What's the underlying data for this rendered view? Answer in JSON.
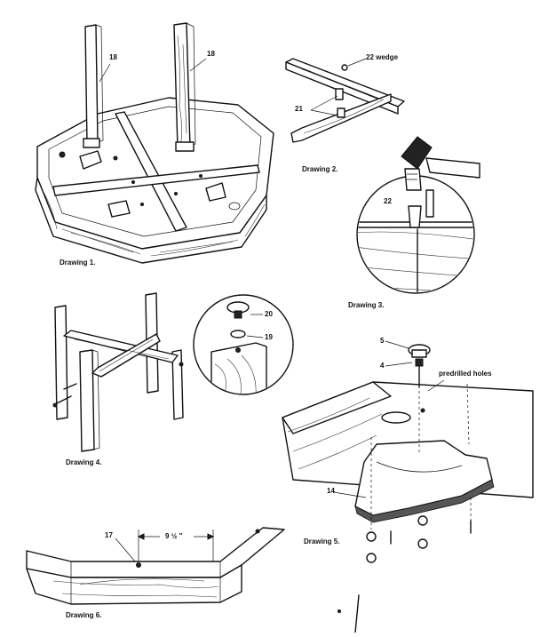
{
  "drawings": {
    "d1": {
      "caption": "Drawing 1.",
      "callouts": [
        "18",
        "18"
      ]
    },
    "d2": {
      "caption": "Drawing 2.",
      "callouts": [
        "22 wedge",
        "21"
      ]
    },
    "d3": {
      "caption": "Drawing 3.",
      "callouts": [
        "22"
      ]
    },
    "d4": {
      "caption": "Drawing 4.",
      "callouts": [
        "20",
        "19"
      ]
    },
    "d5": {
      "caption": "Drawing 5.",
      "callouts": [
        "5",
        "4",
        "predrilled holes",
        "14"
      ]
    },
    "d6": {
      "caption": "Drawing 6.",
      "callouts": [
        "17",
        "9 ½ \""
      ]
    }
  }
}
